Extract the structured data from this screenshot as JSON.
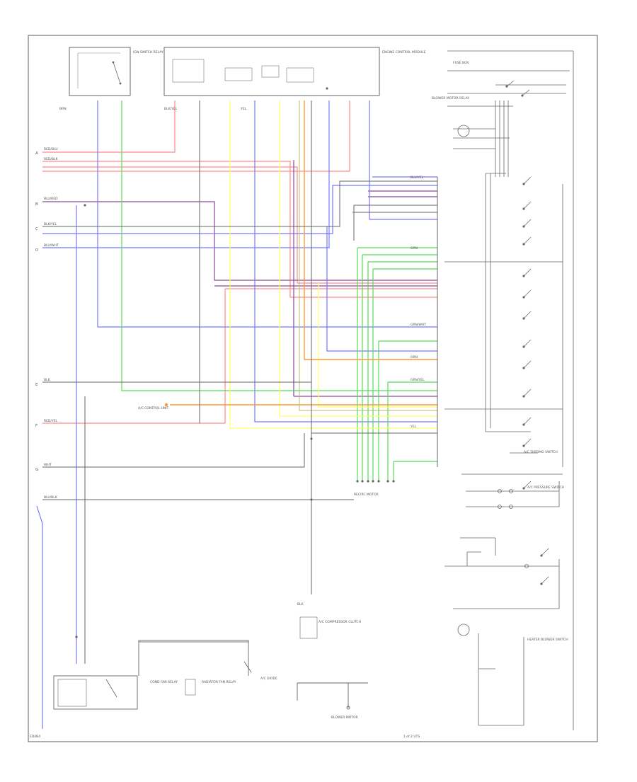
{
  "footer": {
    "left_code": "ED4B4",
    "right_code": "1 of 2 UTS"
  },
  "colors": {
    "frame": "#777777",
    "red": "#ff8a8a",
    "blue": "#7777ff",
    "green": "#55dd55",
    "yellow": "#ffff66",
    "purple": "#8a4a9a",
    "orange": "#ff9933",
    "gray": "#555555",
    "olive": "#bbbb66"
  },
  "components": [
    {
      "id": "c1",
      "label": "IGN SWITCH RELAY"
    },
    {
      "id": "c2",
      "label": "BLOWER MOTOR RELAY"
    },
    {
      "id": "c3",
      "label": "ENGINE CONTROL MODULE"
    },
    {
      "id": "c4",
      "label": "A/C CONTROL UNIT"
    },
    {
      "id": "c5",
      "label": "HEATER BLOWER SWITCH"
    },
    {
      "id": "c6",
      "label": "RECIRC MOTOR"
    },
    {
      "id": "c7",
      "label": "A/C COMPRESSOR CLUTCH"
    },
    {
      "id": "c8",
      "label": "A/C PRESSURE SWITCH"
    },
    {
      "id": "c9",
      "label": "A/C THERMO SWITCH"
    },
    {
      "id": "c10",
      "label": "RADIATOR FAN RELAY"
    },
    {
      "id": "c11",
      "label": "A/C DIODE"
    },
    {
      "id": "c12",
      "label": "COND FAN RELAY"
    },
    {
      "id": "c13",
      "label": "BLOWER MOTOR"
    },
    {
      "id": "c14",
      "label": "FUSE BOX"
    }
  ],
  "wire_labels": [
    "RED/BLU",
    "BLU/YEL",
    "GRN",
    "RED/BLK",
    "BLK/YEL",
    "YEL",
    "BLU/RED",
    "BRN",
    "GRN/WHT",
    "RED/YEL",
    "BLU/WHT",
    "BLK",
    "WHT",
    "GRN/YEL",
    "BLU/BLK",
    "ORN"
  ],
  "side_labels": [
    "A",
    "B",
    "C",
    "D",
    "E",
    "F",
    "G"
  ]
}
